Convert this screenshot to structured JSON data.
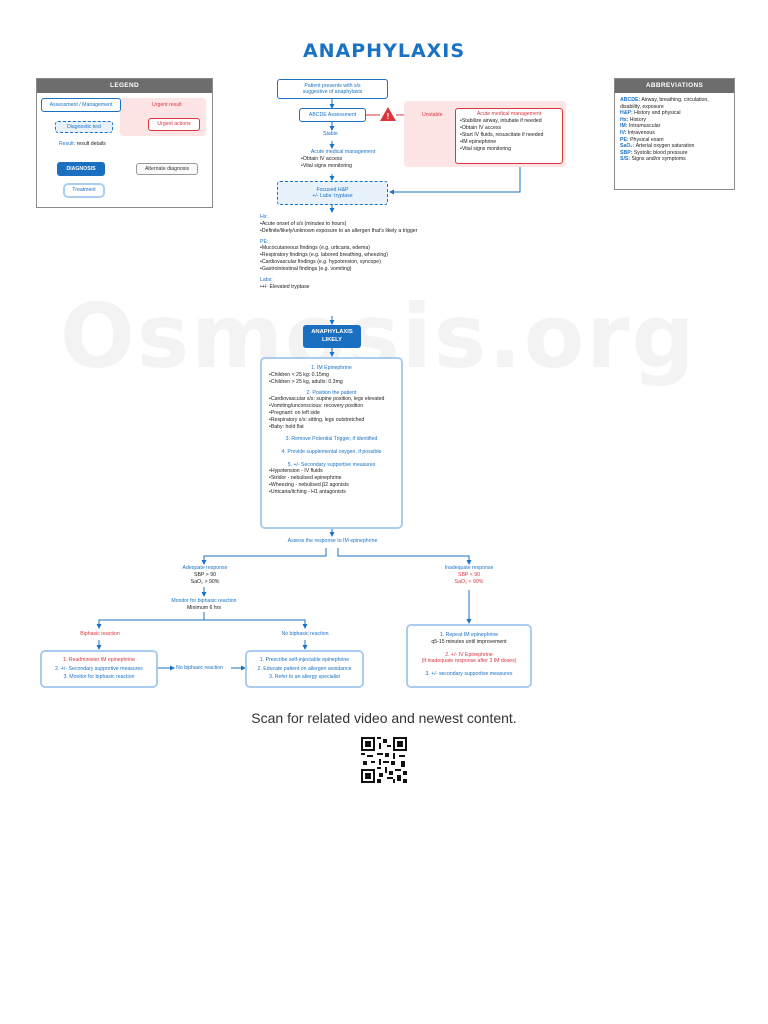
{
  "title": "ANAPHYLAXIS",
  "watermark": "Osmosis.org",
  "legend": {
    "heading": "LEGEND",
    "assessment": "Assessment / Management",
    "urgent_result": "Urgent result",
    "urgent_actions": "Urgent actions",
    "diagnostic_test": "Diagnostic test",
    "result_label": "Result:",
    "result_details": "result details",
    "diagnosis": "DIAGNOSIS",
    "alternate": "Alternate diagnosis",
    "treatment": "Treatment"
  },
  "abbreviations": {
    "heading": "ABBREVIATIONS",
    "items": [
      {
        "key": "ABCDE:",
        "value": "Airway, breathing, circulation, disability, exposure"
      },
      {
        "key": "H&P:",
        "value": "History and physical"
      },
      {
        "key": "Hx:",
        "value": "History"
      },
      {
        "key": "IM:",
        "value": "Intramuscular"
      },
      {
        "key": "IV:",
        "value": "Intravenous"
      },
      {
        "key": "PE:",
        "value": "Physical exam"
      },
      {
        "key": "SaO₂:",
        "value": "Arterial oxygen saturation"
      },
      {
        "key": "SBP:",
        "value": "Systolic blood pressure"
      },
      {
        "key": "S/S:",
        "value": "Signs and/or symptoms"
      }
    ]
  },
  "flow": {
    "presents": "Patient presents with s/s suggestive of anaphylaxis",
    "abcde": "ABCDE Assessment",
    "unstable": "Unstable",
    "acute_mgmt_title": "Acute medical management",
    "unstable_items": [
      "Stabilize airway, intubate if needed",
      "Obtain IV access",
      "Start IV fluids, resuscitate if needed",
      "IM epinephrine",
      "Vital signs monitoring"
    ],
    "stable": "Stable",
    "stable_mgmt_title": "Acute medical management",
    "stable_items": [
      "Obtain IV access",
      "Vital signs monitoring"
    ],
    "focused_hp": "Focused H&P",
    "labs_tryptase": "+/- Labs: tryptase",
    "hx_label": "Hx:",
    "hx_items": [
      "Acute onset of s/s (minutes to hours)",
      "Definite/likely/unknown exposure to an allergen that's likely a trigger"
    ],
    "pe_label": "PE:",
    "pe_items": [
      "Mucocutaneous findings (e.g. urticaria, edema)",
      "Respiratory findings (e.g. labored breathing, wheezing)",
      "Cardiovascular findings (e.g. hypotension, syncope)",
      "Gastrointestinal findings (e.g. vomiting)"
    ],
    "labs_label": "Labs:",
    "labs_items": [
      "+/- Elevated tryptase"
    ],
    "dx_line1": "ANAPHYLAXIS",
    "dx_line2": "LIKELY",
    "tx": {
      "s1": "1. IM Epinephrine",
      "s1_items": [
        "Children < 25 kg: 0.15mg",
        "Children > 25 kg, adults: 0.3mg"
      ],
      "s2": "2. Position the patient",
      "s2_items": [
        "Cardiovascular s/s: supine position, legs elevated",
        "Vomiting/unconscious: recovery position",
        "Pregnant: on left side",
        "Respiratory s/s: sitting, legs outstretched",
        "Baby: hold flat"
      ],
      "s3": "3. Remove Potential Trigger, if identified",
      "s4": "4. Provide supplemental oxygen, if possible",
      "s5": "5. +/- Secondary supportive measures",
      "s5_items": [
        "Hypotension - IV fluids",
        "Stridor - nebulised epinephrine",
        "Wheezing - nebulised β2 agonists",
        "Urticaria/itching - H1 antagonists"
      ]
    },
    "assess": "Assess the response to IM epinephrine",
    "adequate": "Adequate response",
    "adequate_sbp": "SBP > 90",
    "adequate_sao2": "SaO₂ > 90%",
    "inadequate": "Inadequate response",
    "inadequate_sbp": "SBP < 90",
    "inadequate_sao2": "SaO₂ < 90%",
    "monitor": "Monitor for biphasic reaction",
    "minimum": "Minimum 6 hrs",
    "biphasic": "Biphasic reaction",
    "no_biphasic": "No biphasic reaction",
    "biphasic_box": [
      "1. Readminister IM epinephrine",
      "2. +/- Secondary supportive measures",
      "3. Monitor for biphasic reaction"
    ],
    "no_biphasic_arrow": "No biphasic reaction",
    "discharge_box": [
      "1. Prescribe self-injectable epinephrine",
      "2. Educate patient on allergen avoidance",
      "3. Refer to an allergy specialist"
    ],
    "inadequate_box": {
      "l1": "1. Repeat IM epinephrine",
      "l1b": "q5-15 minutes until improvement",
      "l2": "2. +/- IV Epinephrine",
      "l2b": "(If inadequate response after 3 IM doses)",
      "l3": "3. +/- secondary supportive measures"
    }
  },
  "footer": "Scan for related video and newest content.",
  "colors": {
    "accent": "#1a72c4",
    "urgent": "#d9363e",
    "panel_head": "#6d6d6d"
  }
}
